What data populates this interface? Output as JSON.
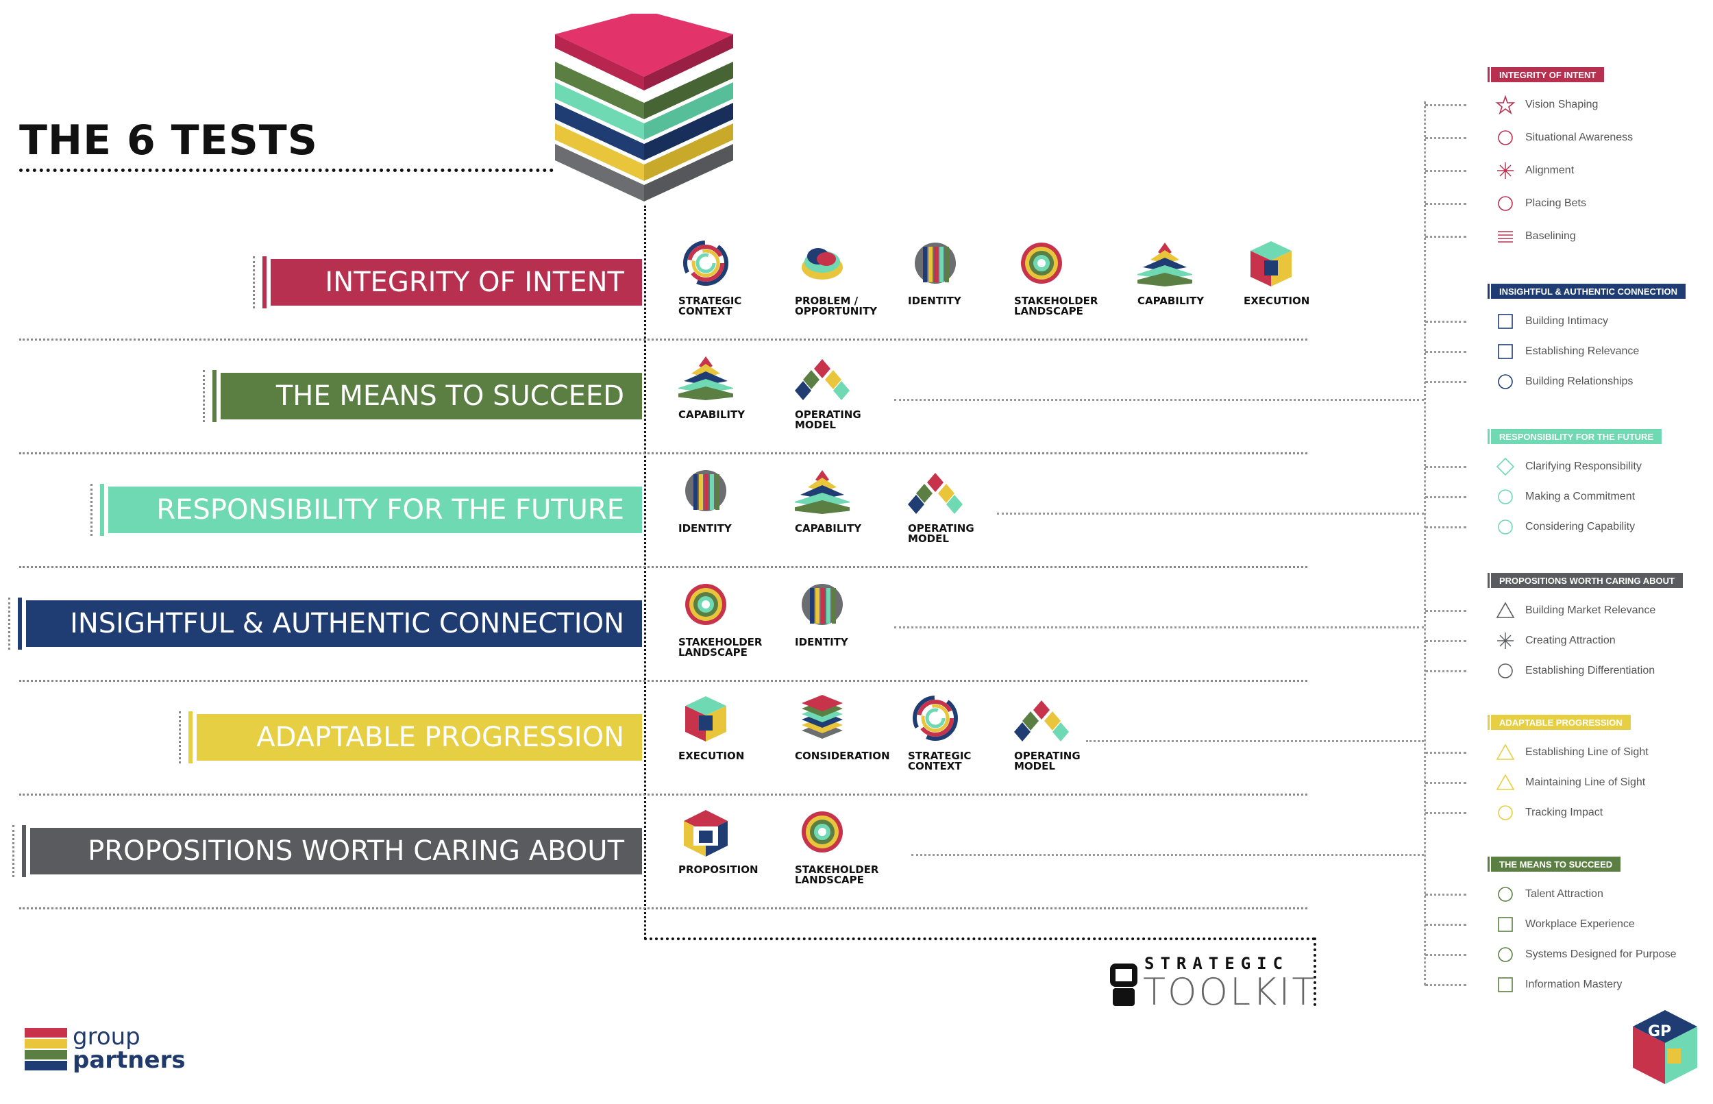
{
  "title": "THE 6 TESTS",
  "colors": {
    "integrity": "#b8304f",
    "means": "#5b7f43",
    "responsibility": "#6fd9b3",
    "insightful": "#1f3d73",
    "adaptable": "#e6cf42",
    "propositions": "#595b5f"
  },
  "tests": [
    {
      "key": "integrity",
      "label": "INTEGRITY OF INTENT",
      "color": "#b8304f",
      "items": [
        {
          "label": "STRATEGIC\nCONTEXT",
          "icon": "strategic-context-icon"
        },
        {
          "label": "PROBLEM /\nOPPORTUNITY",
          "icon": "problem-opportunity-icon"
        },
        {
          "label": "IDENTITY",
          "icon": "identity-icon"
        },
        {
          "label": "STAKEHOLDER\nLANDSCAPE",
          "icon": "stakeholder-landscape-icon"
        },
        {
          "label": "CAPABILITY",
          "icon": "capability-icon"
        },
        {
          "label": "EXECUTION",
          "icon": "execution-icon"
        }
      ]
    },
    {
      "key": "means",
      "label": "THE MEANS TO SUCCEED",
      "color": "#5b7f43",
      "items": [
        {
          "label": "CAPABILITY",
          "icon": "capability-icon"
        },
        {
          "label": "OPERATING\nMODEL",
          "icon": "operating-model-icon"
        }
      ]
    },
    {
      "key": "responsibility",
      "label": "RESPONSIBILITY FOR THE FUTURE",
      "color": "#6fd9b3",
      "items": [
        {
          "label": "IDENTITY",
          "icon": "identity-icon"
        },
        {
          "label": "CAPABILITY",
          "icon": "capability-icon"
        },
        {
          "label": "OPERATING\nMODEL",
          "icon": "operating-model-icon"
        }
      ]
    },
    {
      "key": "insightful",
      "label": "INSIGHTFUL & AUTHENTIC CONNECTION",
      "color": "#1f3d73",
      "items": [
        {
          "label": "STAKEHOLDER\nLANDSCAPE",
          "icon": "stakeholder-landscape-icon"
        },
        {
          "label": "IDENTITY",
          "icon": "identity-icon"
        }
      ]
    },
    {
      "key": "adaptable",
      "label": "ADAPTABLE PROGRESSION",
      "color": "#e6cf42",
      "items": [
        {
          "label": "EXECUTION",
          "icon": "execution-icon"
        },
        {
          "label": "CONSIDERATION",
          "icon": "consideration-icon"
        },
        {
          "label": "STRATEGIC\nCONTEXT",
          "icon": "strategic-context-icon"
        },
        {
          "label": "OPERATING\nMODEL",
          "icon": "operating-model-icon"
        }
      ]
    },
    {
      "key": "propositions",
      "label": "PROPOSITIONS WORTH CARING ABOUT",
      "color": "#595b5f",
      "items": [
        {
          "label": "PROPOSITION",
          "icon": "proposition-icon"
        },
        {
          "label": "STAKEHOLDER\nLANDSCAPE",
          "icon": "stakeholder-landscape-icon"
        }
      ]
    }
  ],
  "sidebar": [
    {
      "heading": "INTEGRITY OF INTENT",
      "color": "#b8304f",
      "items": [
        {
          "label": "Vision Shaping",
          "icon": "star-icon"
        },
        {
          "label": "Situational Awareness",
          "icon": "head-icon"
        },
        {
          "label": "Alignment",
          "icon": "cross-arrows-icon"
        },
        {
          "label": "Placing Bets",
          "icon": "squares-icon"
        },
        {
          "label": "Baselining",
          "icon": "lines-icon"
        }
      ]
    },
    {
      "heading": "INSIGHTFUL & AUTHENTIC CONNECTION",
      "color": "#1f3d73",
      "items": [
        {
          "label": "Building Intimacy",
          "icon": "triangle-box-icon"
        },
        {
          "label": "Establishing Relevance",
          "icon": "target-box-icon"
        },
        {
          "label": "Building Relationships",
          "icon": "bowtie-icon"
        }
      ]
    },
    {
      "heading": "RESPONSIBILITY FOR THE FUTURE",
      "color": "#6fd9b3",
      "items": [
        {
          "label": "Clarifying Responsibility",
          "icon": "diamond-icon"
        },
        {
          "label": "Making a Commitment",
          "icon": "circle-dots-icon"
        },
        {
          "label": "Considering Capability",
          "icon": "nodes-icon"
        }
      ]
    },
    {
      "heading": "PROPOSITIONS WORTH CARING ABOUT",
      "color": "#595b5f",
      "items": [
        {
          "label": "Building Market Relevance",
          "icon": "peaks-icon"
        },
        {
          "label": "Creating Attraction",
          "icon": "arrows-in-icon"
        },
        {
          "label": "Establishing Differentiation",
          "icon": "circles-grid-icon"
        }
      ]
    },
    {
      "heading": "ADAPTABLE PROGRESSION",
      "color": "#e6cf42",
      "items": [
        {
          "label": "Establishing Line of Sight",
          "icon": "mountain-icon"
        },
        {
          "label": "Maintaining Line of Sight",
          "icon": "warning-icon"
        },
        {
          "label": "Tracking Impact",
          "icon": "target-icon"
        }
      ]
    },
    {
      "heading": "THE MEANS TO SUCCEED",
      "color": "#5b7f43",
      "items": [
        {
          "label": "Talent Attraction",
          "icon": "magnet-icon"
        },
        {
          "label": "Workplace Experience",
          "icon": "building-icon"
        },
        {
          "label": "Systems Designed for Purpose",
          "icon": "rings-icon"
        },
        {
          "label": "Information Mastery",
          "icon": "square-icon"
        }
      ]
    }
  ],
  "brand": {
    "line1": "group",
    "line2": "partners"
  },
  "toolkit": {
    "gp": "GP",
    "strategic": "STRATEGIC",
    "toolkit": "TOOLKIT"
  }
}
